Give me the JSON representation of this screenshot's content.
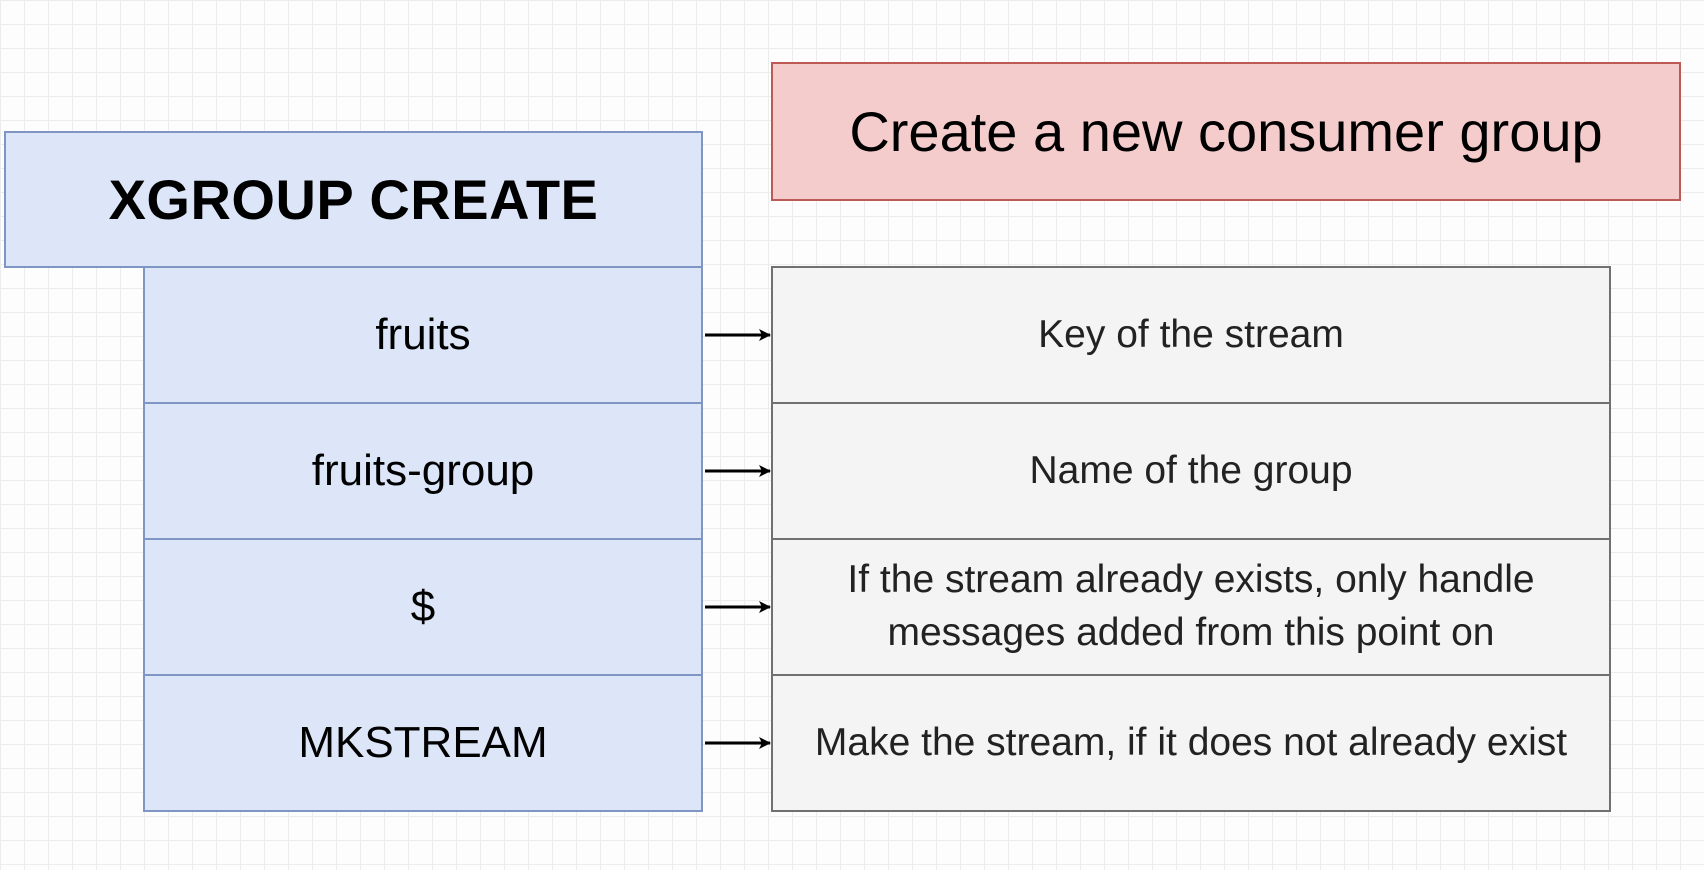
{
  "command": {
    "title": "XGROUP CREATE",
    "description": "Create a new consumer group"
  },
  "rows": [
    {
      "arg": "fruits",
      "desc": "Key of the stream"
    },
    {
      "arg": "fruits-group",
      "desc": "Name of the group"
    },
    {
      "arg": "$",
      "desc": "If the stream already exists, only handle messages added from this point on"
    },
    {
      "arg": "MKSTREAM",
      "desc": "Make the stream, if it does not already exist"
    }
  ],
  "colors": {
    "arg_fill": "#dce6f8",
    "arg_border": "#7f95c4",
    "title_fill": "#f4cccb",
    "title_border": "#bd5a57",
    "desc_fill": "#f4f4f4",
    "desc_border": "#707070"
  }
}
